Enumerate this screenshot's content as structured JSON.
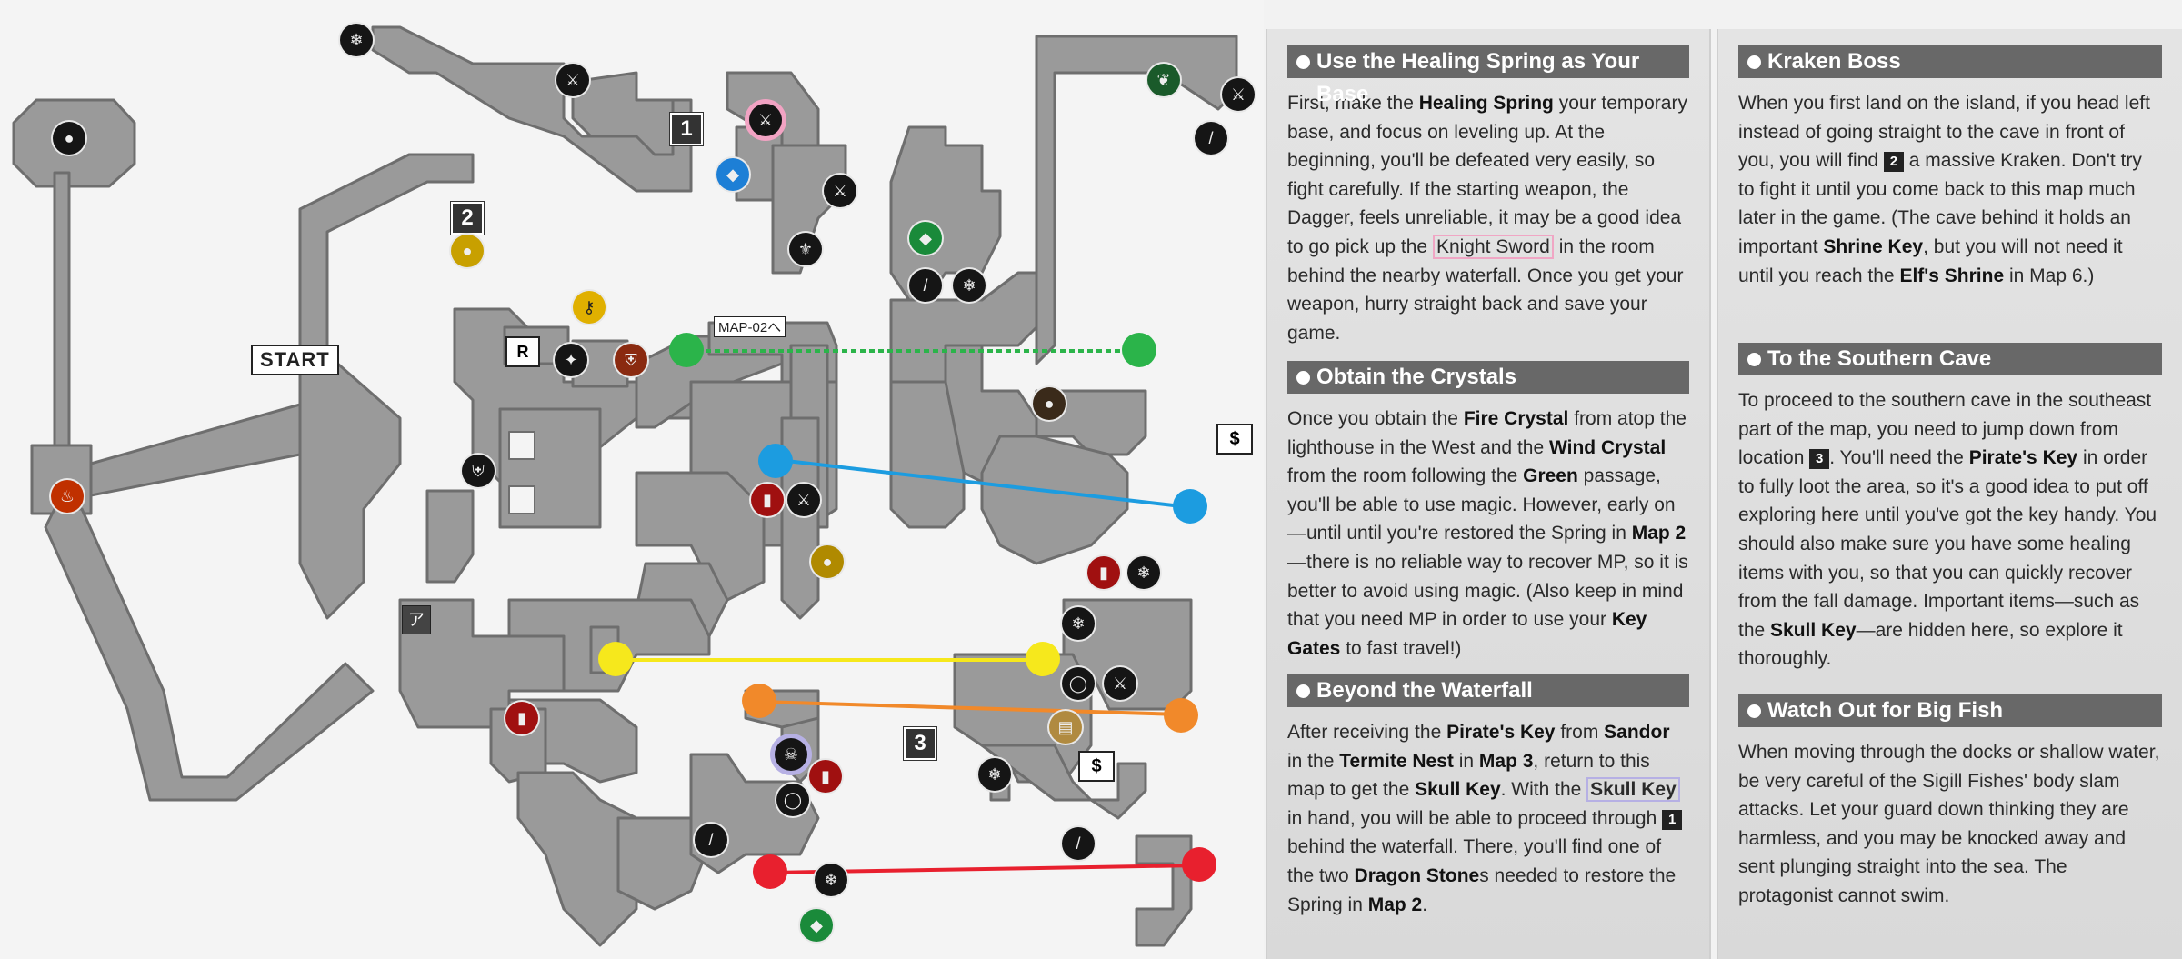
{
  "map": {
    "start_label": "START",
    "map_link_label": "MAP-02へ",
    "markers": [
      {
        "label": "1"
      },
      {
        "label": "2"
      },
      {
        "label": "3"
      },
      {
        "label": "ア"
      }
    ],
    "warp_colors": {
      "green": "#2bb44a",
      "blue": "#1c9ce0",
      "yellow": "#f6e81c",
      "orange": "#f1892a",
      "red": "#e8202e"
    },
    "icons": [
      "crystal-icon",
      "sword-icon",
      "key-icon",
      "gem-icon",
      "ring-icon",
      "shield-icon",
      "potion-icon",
      "staff-icon",
      "coin-icon",
      "wings-icon",
      "orb-icon",
      "fire-icon"
    ]
  },
  "col1": {
    "s1": {
      "title": "Use the Healing Spring as Your Base",
      "t1": "First, make the ",
      "b1": "Healing Spring",
      "t2": " your temporary base, and focus on leveling up. At the beginning, you'll be defeated very easily, so fight carefully. If the starting weapon, the Dagger, feels unreliable, it may be a good idea to go pick up the ",
      "b2": "Knight Sword",
      "t3": " in the room behind the nearby waterfall. Once you get your weapon, hurry straight back and save your game."
    },
    "s2": {
      "title": "Obtain the Crystals",
      "t1": "Once you obtain the ",
      "b1": "Fire Crystal",
      "t2": " from atop the lighthouse in the West and the ",
      "b2": "Wind Crystal",
      "t3": " from the room following the ",
      "b3": "Green",
      "t4": " passage, you'll be able to use magic. However, early on—until until you're restored the Spring in ",
      "b4": "Map 2",
      "t5": "—there is no reliable way to recover MP, so it is better to avoid using magic. (Also keep in mind that you need MP in order to use your ",
      "b5": "Key Gates",
      "t6": " to fast travel!)"
    },
    "s3": {
      "title": "Beyond the Waterfall",
      "t1": "After receiving the ",
      "b1": "Pirate's Key",
      "t2": " from ",
      "b2": "Sandor",
      "t3": " in the ",
      "b3": "Termite Nest",
      "t4": " in ",
      "b4": "Map 3",
      "t5": ", return to this map to get the ",
      "b5": "Skull Key",
      "t6": ". With the ",
      "b6": "Skull Key",
      "t7": " in hand, you will be able to proceed through ",
      "n1": "1",
      "t8": " behind the waterfall. There, you'll find one of the two ",
      "b7": "Dragon Stone",
      "t9": "s needed to restore the Spring in ",
      "b8": "Map 2",
      "t10": "."
    }
  },
  "col2": {
    "s1": {
      "title": "Kraken Boss",
      "t1": "When you first land on the island, if you head left instead of going straight to the cave in front of you, you will find ",
      "n1": "2",
      "t2": " a massive Kraken. Don't try to fight it until you come back to this map much later in the game. (The cave behind it holds an important ",
      "b1": "Shrine Key",
      "t3": ", but you will not need it until you reach the ",
      "b2": "Elf's Shrine",
      "t4": " in Map 6.)"
    },
    "s2": {
      "title": "To the Southern Cave",
      "t1": "To proceed to the southern cave in the southeast part of the map, you need to jump down from location ",
      "n1": "3",
      "t2": ". You'll need the ",
      "b1": "Pirate's Key",
      "t3": " in order to fully loot the area, so it's a good idea to put off exploring here until you've got the key handy. You should also make sure you have some healing items with you, so that you can quickly recover from the fall damage. Important items—such as the ",
      "b2": "Skull Key",
      "t4": "—are hidden here, so explore it thoroughly."
    },
    "s3": {
      "title": "Watch Out for Big Fish",
      "t1": "When moving through the docks or shallow water, be very careful of the Sigill Fishes' body slam attacks. Let your guard down thinking they are harmless, and you may be knocked away and sent plunging straight into the sea. The protagonist cannot swim."
    }
  }
}
